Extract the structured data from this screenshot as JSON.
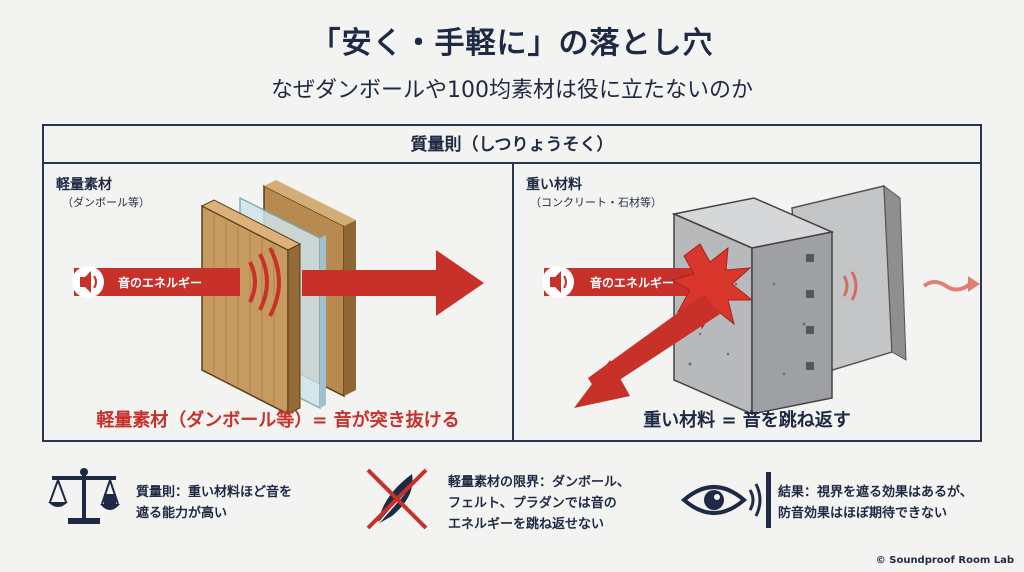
{
  "header": {
    "title": "「安く・手軽に」の落とし穴",
    "subtitle": "なぜダンボールや100均素材は役に立たないのか"
  },
  "frame": {
    "title": "質量則（しつりょうそく）",
    "left": {
      "label": "軽量素材",
      "note": "（ダンボール等）",
      "arrow_text": "音のエネルギー",
      "caption": "軽量素材（ダンボール等）= 音が突き抜ける"
    },
    "right": {
      "label": "重い材料",
      "note": "（コンクリート・石材等）",
      "arrow_text": "音のエネルギー",
      "caption": "重い材料 = 音を跳ね返す"
    }
  },
  "bottom": {
    "item1_line1": "質量則：重い材料ほど音を",
    "item1_line2": "遮る能力が高い",
    "item2_line1": "軽量素材の限界：ダンボール、",
    "item2_line2": "フェルト、プラダンでは音の",
    "item2_line3": "エネルギーを跳ね返せない",
    "item3_line1": "結果：視界を遮る効果はあるが、",
    "item3_line2": "防音効果はほぼ期待できない"
  },
  "copyright": "© Soundproof Room Lab",
  "colors": {
    "navy": "#1e2a44",
    "red": "#c8302a",
    "cardboard": "#c79a60",
    "concrete": "#b7b9bb"
  },
  "icons": [
    "speaker-icon",
    "sound-wave-icon",
    "scale-icon",
    "crossed-feather-icon",
    "eye-icon"
  ]
}
